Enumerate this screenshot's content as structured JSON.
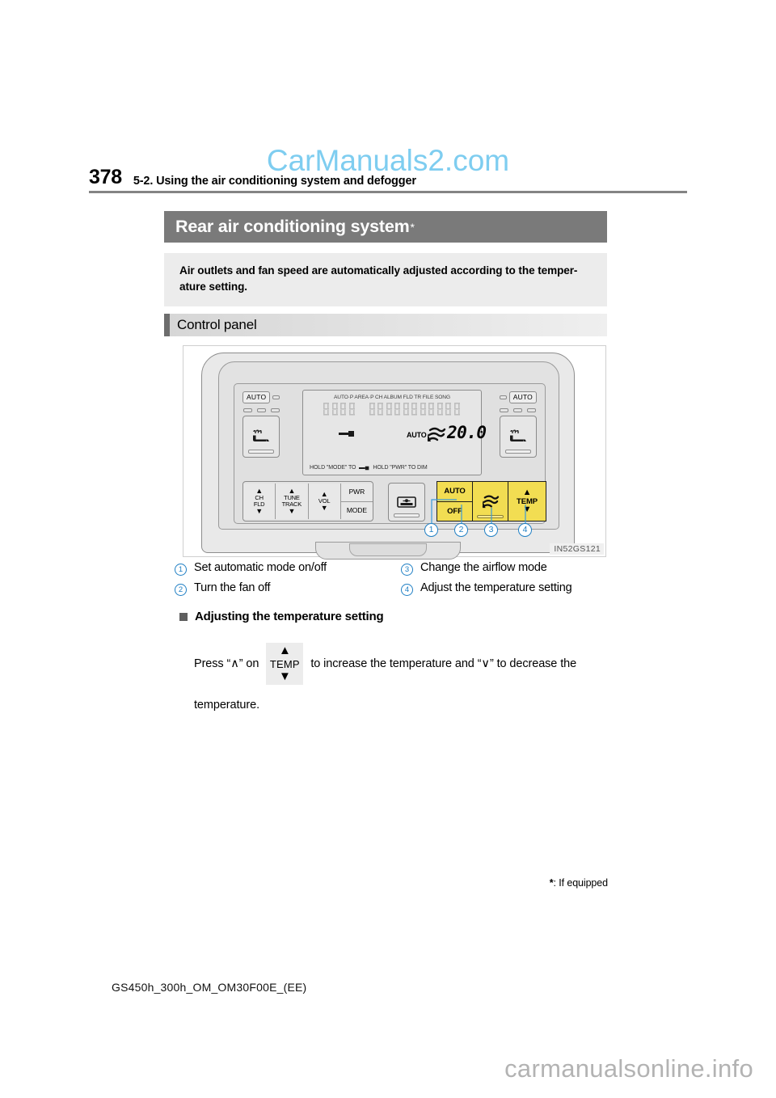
{
  "watermarks": {
    "top": "CarManuals2.com",
    "bottom": "carmanualsonline.info"
  },
  "header": {
    "page_number": "378",
    "breadcrumb": "5-2. Using the air conditioning system and defogger"
  },
  "section": {
    "title": "Rear air conditioning system",
    "title_asterisk": "*",
    "note": "Air outlets and fan speed are automatically adjusted according to the temper-ature setting."
  },
  "subsection": {
    "title": "Control panel"
  },
  "figure": {
    "code": "IN52GS121",
    "lcd": {
      "indicator_labels": "AUTO·P AREA·P CH ALBUM FLD TR FILE SONG",
      "auto_label": "AUTO",
      "temperature": "20.0",
      "hold_mode_text": "HOLD \"MODE\" TO",
      "hold_pwr_text": "HOLD \"PWR\" TO  DIM"
    },
    "side_controls": {
      "auto_chip_left": "AUTO",
      "auto_chip_right": "AUTO"
    },
    "audio_buttons": [
      {
        "top_chev": "▲",
        "line1": "CH",
        "line2": "FLD",
        "bottom_chev": "▼"
      },
      {
        "top_chev": "▲",
        "line1": "TUNE",
        "line2": "TRACK",
        "bottom_chev": "▼"
      },
      {
        "top_chev": "▲",
        "line1": "VOL",
        "line2": "",
        "bottom_chev": "▼"
      }
    ],
    "power_button": {
      "top": "PWR",
      "bottom": "MODE"
    },
    "yellow_buttons": {
      "auto": "AUTO",
      "off": "OFF",
      "temp": "TEMP",
      "temp_up": "▲",
      "temp_down": "▼"
    },
    "callout_numbers": [
      "1",
      "2",
      "3",
      "4"
    ]
  },
  "legend": [
    {
      "num": "1",
      "text": "Set automatic mode on/off"
    },
    {
      "num": "3",
      "text": "Change the airflow mode"
    },
    {
      "num": "2",
      "text": "Turn the fan off"
    },
    {
      "num": "4",
      "text": "Adjust the temperature setting"
    }
  ],
  "adjusting": {
    "heading": "Adjusting the temperature setting",
    "pre": "Press “∧” on",
    "key_label": "TEMP",
    "key_up": "▲",
    "key_down": "▼",
    "post": "to increase the temperature and “∨” to decrease the",
    "line2": "temperature."
  },
  "footnote": {
    "asterisk": "*",
    "text": ": If equipped"
  },
  "page_footer": "GS450h_300h_OM_OM30F00E_(EE)",
  "colors": {
    "title_bar": "#7a7a7a",
    "note_bg": "#ececec",
    "highlight_yellow": "#f2dd52",
    "callout_blue": "#1f7fc4",
    "watermark_blue": "#7ecdf0"
  }
}
